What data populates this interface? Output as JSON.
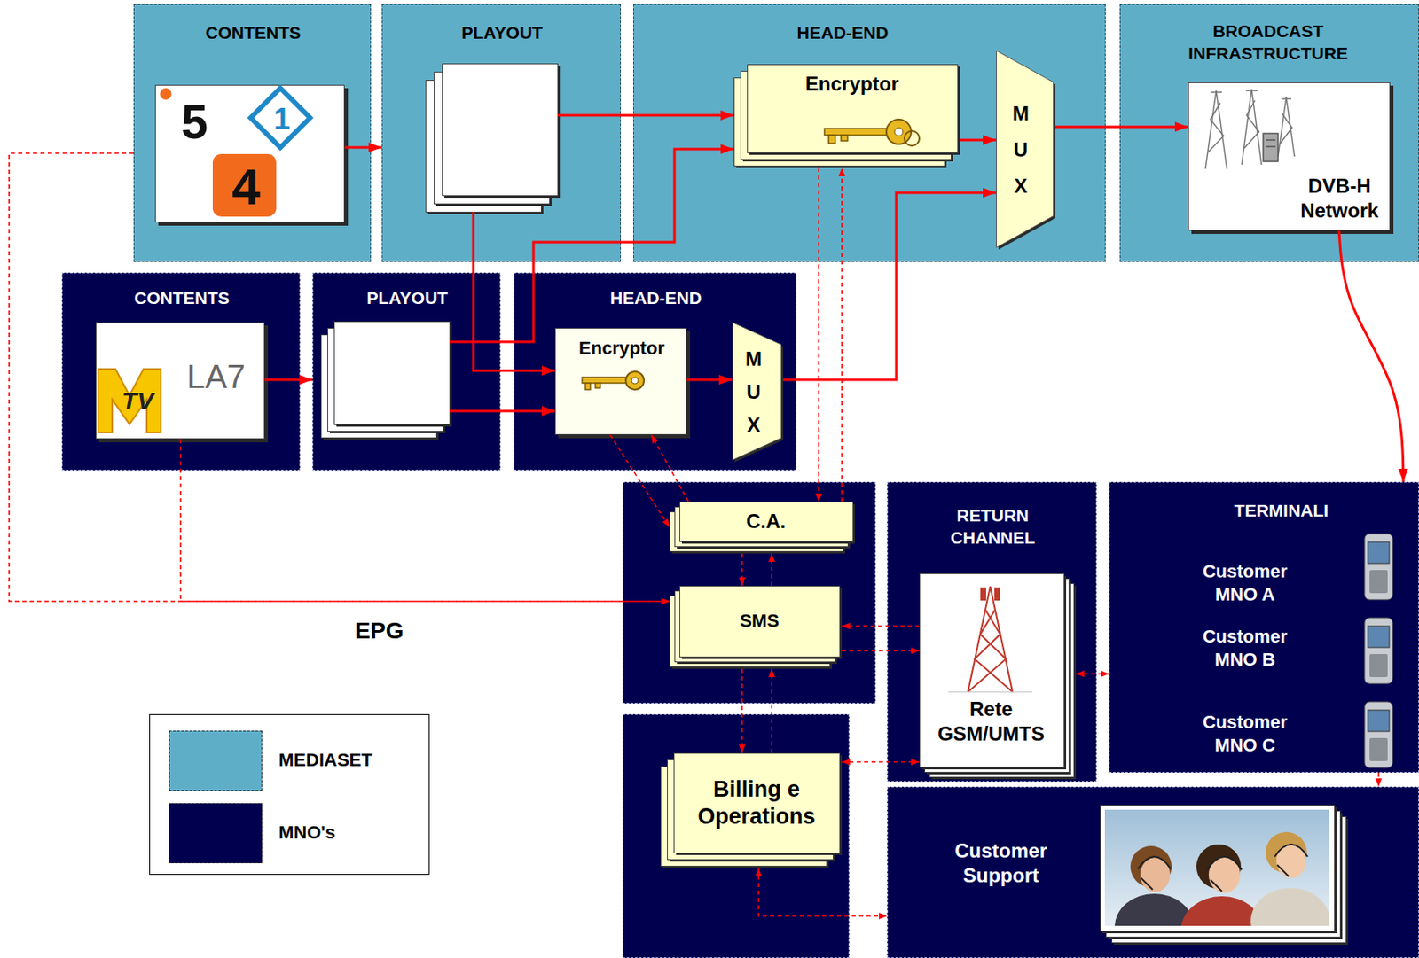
{
  "diagram": {
    "nodes": [
      {
        "text": [
          "CONTENTS"
        ]
      },
      {
        "text": [
          "5",
          "1",
          "4"
        ],
        "in": 0
      },
      {
        "text": [
          "PLAYOUT"
        ]
      },
      {
        "text": [
          "HEAD-END"
        ]
      },
      {
        "text": [
          "Encryptor"
        ],
        "in": 3
      },
      {
        "text": [
          "M U X"
        ],
        "in": 3
      },
      {
        "text": [
          "BROADCAST INFRASTRUCTURE"
        ]
      },
      {
        "text": [
          "DVB-H Network"
        ],
        "in": 6
      },
      {
        "text": [
          "CONTENTS"
        ]
      },
      {
        "text": [
          "TV",
          "LA7"
        ],
        "in": 8
      },
      {
        "text": [
          "PLAYOUT"
        ]
      },
      {
        "text": [
          "HEAD-END"
        ]
      },
      {
        "text": [
          "Encryptor"
        ],
        "in": 11
      },
      {
        "text": [
          "M U X"
        ],
        "in": 11
      },
      {
        "text": [
          "C.A."
        ]
      },
      {
        "text": [
          "SMS"
        ]
      },
      {
        "text": [
          "RETURN CHANNEL"
        ]
      },
      {
        "text": [
          "Rete GSM/UMTS"
        ],
        "in": 16
      },
      {
        "text": [
          "TERMINALI",
          "Customer MNO A",
          "Customer MNO B",
          "Customer MNO C"
        ]
      },
      {
        "text": [
          "Billing e Operations"
        ]
      },
      {
        "text": [
          "Customer Support"
        ]
      }
    ],
    "edges": [
      {
        "from": 1,
        "to": 2,
        "arrow": "to"
      },
      {
        "from": 2,
        "to": 4,
        "arrow": "to"
      },
      {
        "from": 2,
        "to": 12,
        "arrow": "to"
      },
      {
        "from": 9,
        "to": 10,
        "arrow": "to"
      },
      {
        "from": 10,
        "to": 12,
        "arrow": "to"
      },
      {
        "from": 10,
        "to": 4,
        "arrow": "to"
      },
      {
        "from": 4,
        "to": 5,
        "arrow": "to"
      },
      {
        "from": 12,
        "to": 13,
        "arrow": "to"
      },
      {
        "from": 13,
        "to": 5,
        "arrow": "to"
      },
      {
        "from": 5,
        "to": 7,
        "arrow": "to"
      },
      {
        "from": 7,
        "to": 18,
        "arrow": "to"
      },
      {
        "from": 4,
        "to": 14,
        "arrow": "to"
      },
      {
        "from": 14,
        "to": 4,
        "arrow": "to"
      },
      {
        "from": 12,
        "to": 14,
        "arrow": "to"
      },
      {
        "from": 14,
        "to": 12,
        "arrow": "to"
      },
      {
        "from": 14,
        "to": 15,
        "arrow": "to"
      },
      {
        "from": 15,
        "to": 14,
        "arrow": "to"
      },
      {
        "from": 15,
        "to": 19,
        "arrow": "to"
      },
      {
        "from": 19,
        "to": 15,
        "arrow": "to"
      },
      {
        "from": 17,
        "to": 15,
        "arrow": "to"
      },
      {
        "from": 15,
        "to": 17,
        "arrow": "to"
      },
      {
        "from": 19,
        "to": 17,
        "arrow": "both"
      },
      {
        "from": 17,
        "to": 18,
        "arrow": "both"
      },
      {
        "from": 19,
        "to": 20,
        "arrow": "both"
      },
      {
        "from": 18,
        "to": 20,
        "arrow": "to"
      },
      {
        "from": 0,
        "to": 15,
        "arrow": "to",
        "label": "EPG"
      },
      {
        "from": 9,
        "to": 15,
        "arrow": "to"
      }
    ],
    "legend": [
      {
        "text": "MEDIASET",
        "color": "#5faec8"
      },
      {
        "text": "MNO's",
        "color": "#00004f"
      }
    ]
  }
}
